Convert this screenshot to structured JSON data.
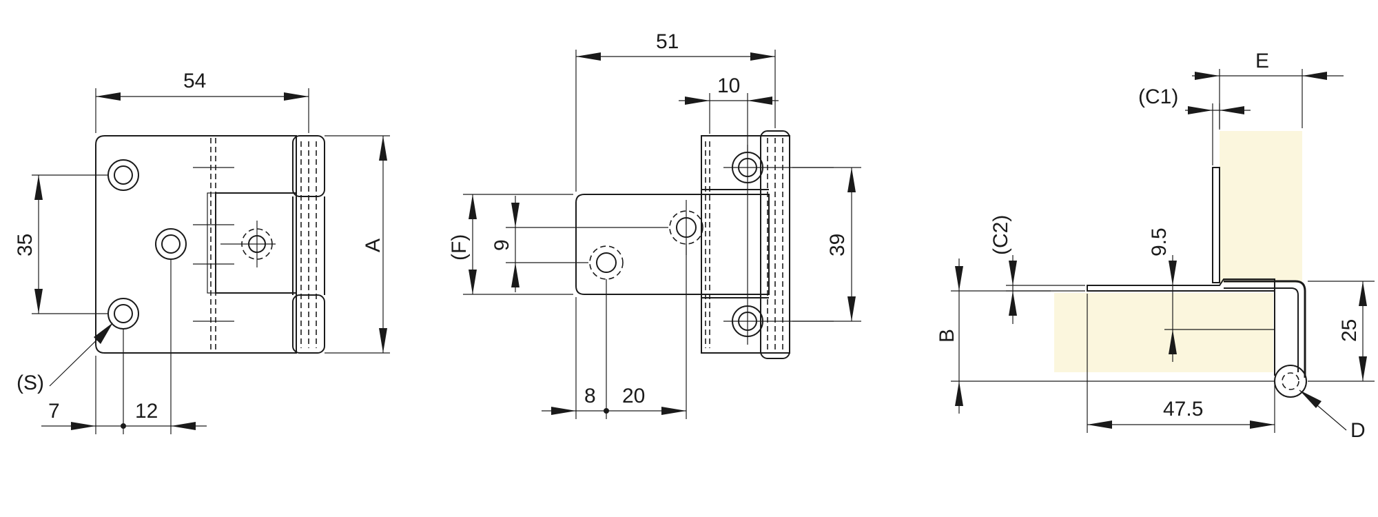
{
  "colors": {
    "line": "#1a1a1a",
    "panel": "#fbf6dd",
    "background": "#ffffff"
  },
  "view1": {
    "w54": "54",
    "h35": "35",
    "hA": "A",
    "s": "(S)",
    "x7": "7",
    "x12": "12"
  },
  "view2": {
    "w51": "51",
    "w10": "10",
    "f": "(F)",
    "h9": "9",
    "h39": "39",
    "x8": "8",
    "x20": "20"
  },
  "view3": {
    "e": "E",
    "c1": "(C1)",
    "c2": "(C2)",
    "h9_5": "9.5",
    "b": "B",
    "h25": "25",
    "w47_5": "47.5",
    "d": "D"
  }
}
